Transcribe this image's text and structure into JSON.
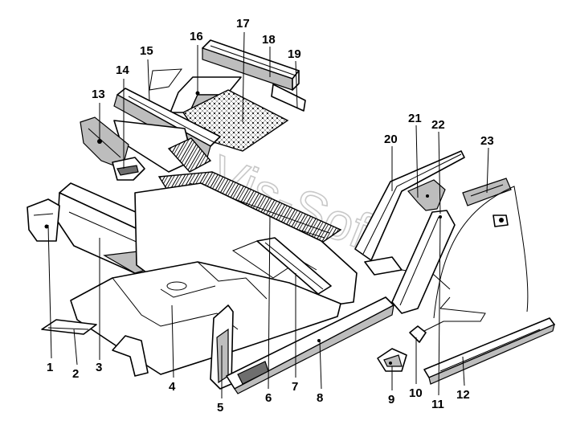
{
  "diagram": {
    "watermark_text": "Vis-Soft",
    "callouts": [
      {
        "id": "1",
        "text": "1"
      },
      {
        "id": "2",
        "text": "2"
      },
      {
        "id": "3",
        "text": "3"
      },
      {
        "id": "4",
        "text": "4"
      },
      {
        "id": "5",
        "text": "5"
      },
      {
        "id": "6",
        "text": "6"
      },
      {
        "id": "7",
        "text": "7"
      },
      {
        "id": "8",
        "text": "8"
      },
      {
        "id": "9",
        "text": "9"
      },
      {
        "id": "10",
        "text": "10"
      },
      {
        "id": "11",
        "text": "11"
      },
      {
        "id": "12",
        "text": "12"
      },
      {
        "id": "13",
        "text": "13"
      },
      {
        "id": "14",
        "text": "14"
      },
      {
        "id": "15",
        "text": "15"
      },
      {
        "id": "16",
        "text": "16"
      },
      {
        "id": "17",
        "text": "17"
      },
      {
        "id": "18",
        "text": "18"
      },
      {
        "id": "19",
        "text": "19"
      },
      {
        "id": "20",
        "text": "20"
      },
      {
        "id": "21",
        "text": "21"
      },
      {
        "id": "22",
        "text": "22"
      },
      {
        "id": "23",
        "text": "23"
      }
    ]
  }
}
